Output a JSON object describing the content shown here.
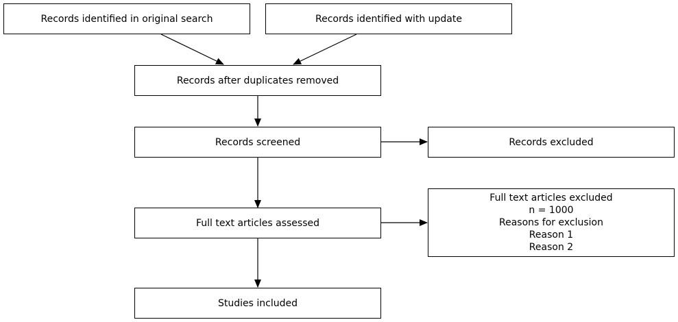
{
  "boxes": {
    "original_search": "Records identified in original search",
    "update": "Records identified with update",
    "after_duplicates": "Records after duplicates removed",
    "screened": "Records screened",
    "excluded": "Records excluded",
    "fulltext_assessed": "Full text articles assessed",
    "fulltext_excluded": {
      "line1": "Full text articles excluded",
      "line2": "n = 1000",
      "line3": "Reasons for exclusion",
      "line4": "Reason 1",
      "line5": "Reason 2"
    },
    "included": "Studies included"
  }
}
